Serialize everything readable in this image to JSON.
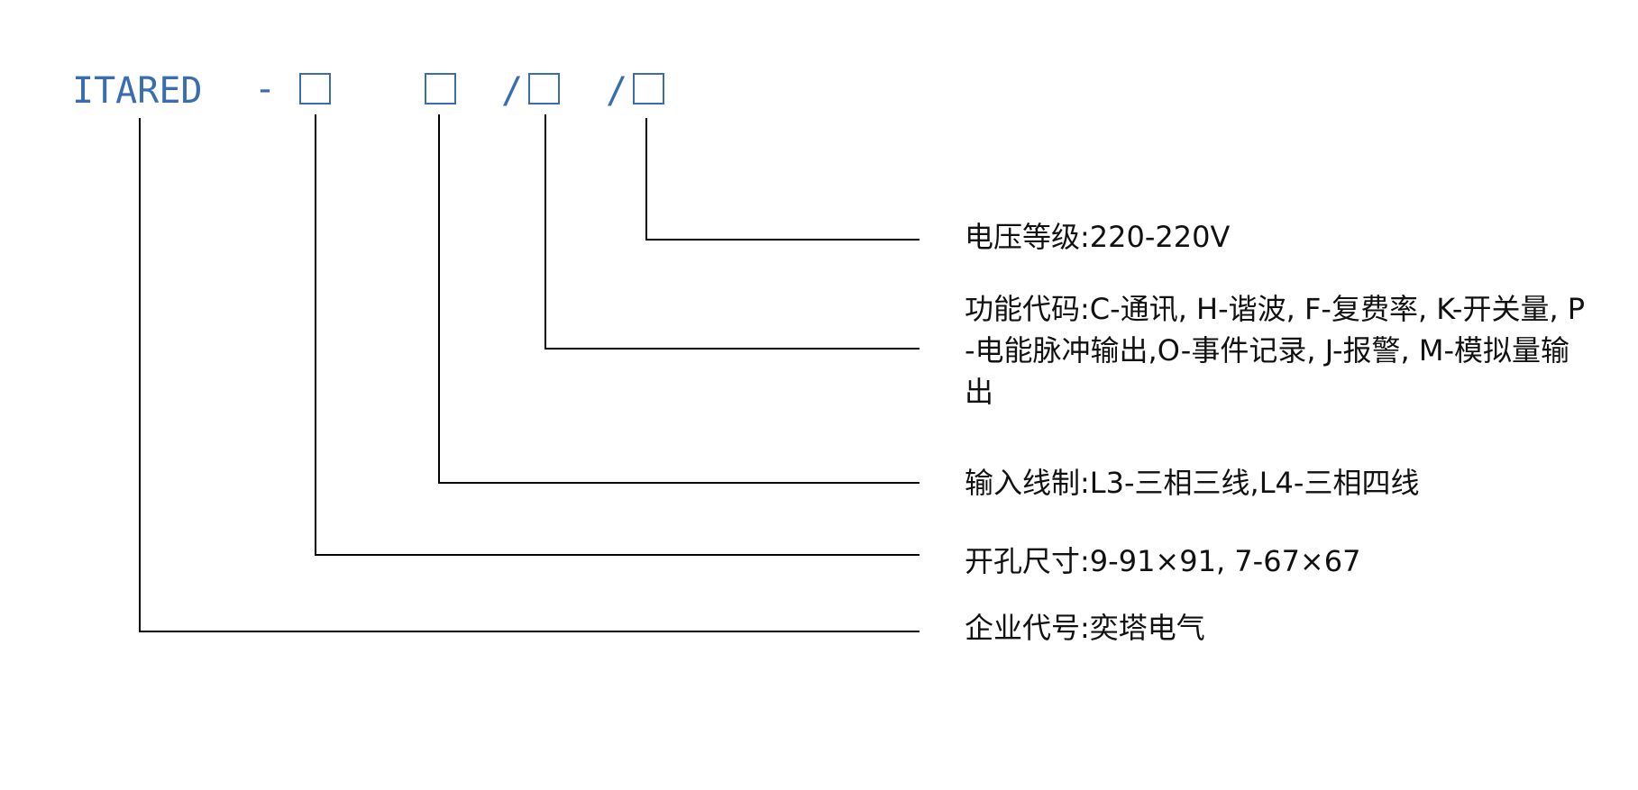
{
  "model_code": {
    "prefix": "ITARED",
    "separators": [
      "-",
      "/",
      "/"
    ],
    "fields": [
      {
        "id": "voltage",
        "label": "电压等级:",
        "value": "220-220V"
      },
      {
        "id": "function",
        "label": "功能代码:",
        "value": "C-通讯, H-谐波, F-复费率, K-开关量, P-电能脉冲输出,O-事件记录, J-报警, M-模拟量输出"
      },
      {
        "id": "wiring",
        "label": "输入线制:",
        "value": "L3-三相三线,L4-三相四线"
      },
      {
        "id": "cutout",
        "label": "开孔尺寸:",
        "value": "9-91×91, 7-67×67"
      },
      {
        "id": "company",
        "label": "企业代号:",
        "value": "奕塔电气"
      }
    ]
  },
  "colors": {
    "code_blue": "#3a6db0",
    "line": "#000000",
    "text": "#111111"
  }
}
